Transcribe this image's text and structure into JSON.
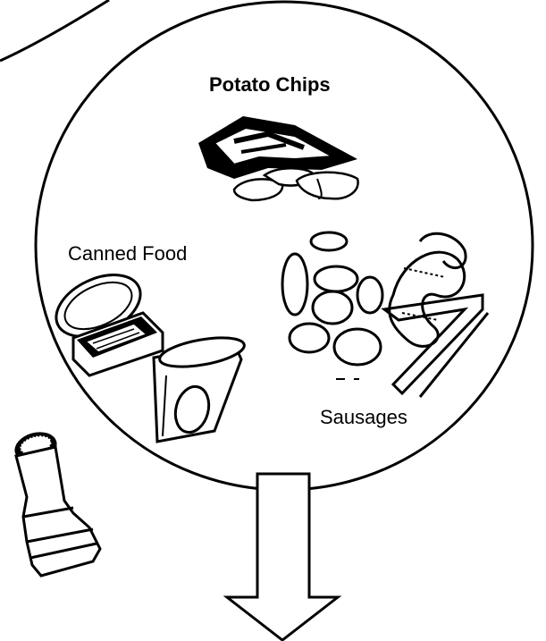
{
  "labels": {
    "potato_chips": "Potato Chips",
    "canned_food": "Canned Food",
    "sausages": "Sausages"
  },
  "icons": {
    "chips": "potato-chips-bag-icon",
    "canned": "canned-food-icon",
    "sausages": "sausages-icon",
    "shaker": "salt-shaker-icon",
    "arrow": "down-arrow-icon"
  },
  "colors": {
    "ink": "#000000",
    "paper": "#ffffff"
  }
}
